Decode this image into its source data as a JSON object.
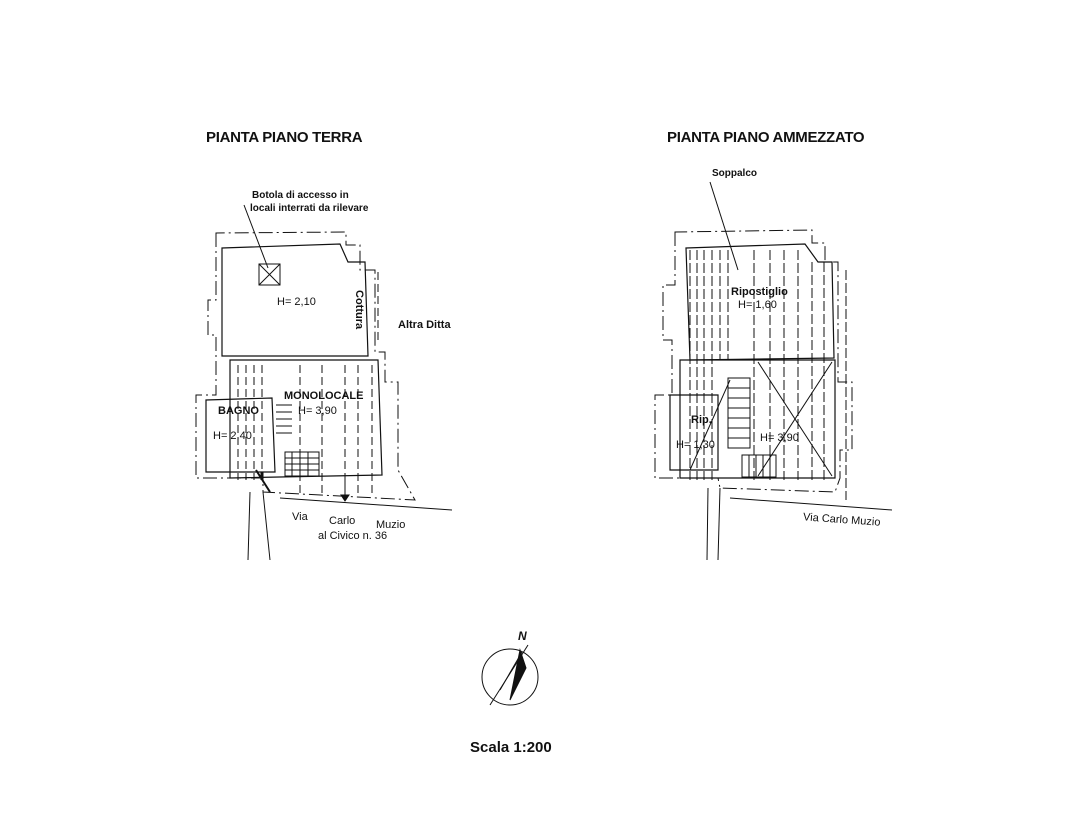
{
  "titles": {
    "ground_floor": "PIANTA PIANO TERRA",
    "mezzanine": "PIANTA PIANO AMMEZZATO"
  },
  "ground_floor": {
    "hatch_note_line1": "Botola di accesso in",
    "hatch_note_line2": "locali interrati da rilevare",
    "upper_room_height": "H= 2,10",
    "cottura": "Cottura",
    "neighbour": "Altra Ditta",
    "studio_label": "MONOLOCALE",
    "studio_height": "H= 3,90",
    "bath_label": "BAGNO",
    "bath_height": "H= 2,40",
    "street_via": "Via",
    "street_carlo": "Carlo",
    "street_muzio": "Muzio",
    "street_civic": "al Civico n. 36"
  },
  "mezzanine": {
    "loft_label": "Soppalco",
    "storage_label": "Ripostiglio",
    "storage_height": "H= 1,60",
    "small_label": "Rip.",
    "small_height": "H= 1,30",
    "void_height": "H= 3,90",
    "street": "Via Carlo Muzio"
  },
  "compass": {
    "north": "N"
  },
  "scale_text": "Scala 1:200",
  "colors": {
    "ink": "#111111",
    "background": "#ffffff"
  }
}
